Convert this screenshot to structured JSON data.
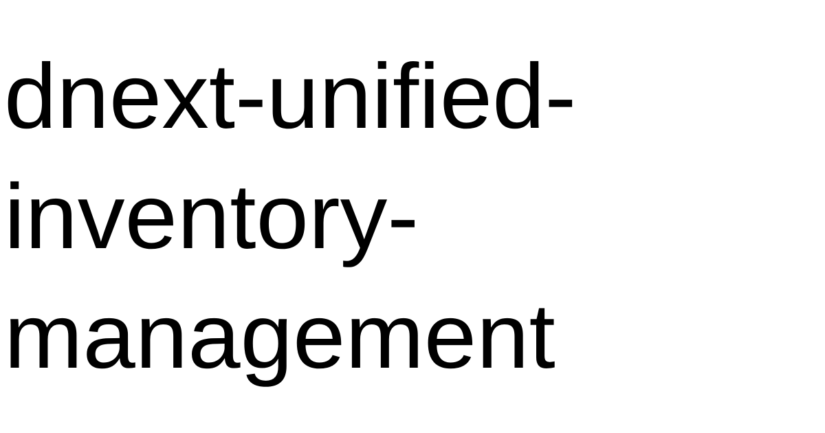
{
  "title": {
    "full_text": "dnext-unified-inventory-management",
    "lines": [
      "dnext-unified-",
      "inventory-",
      "management"
    ]
  },
  "colors": {
    "background": "#ffffff",
    "text": "#000000"
  }
}
